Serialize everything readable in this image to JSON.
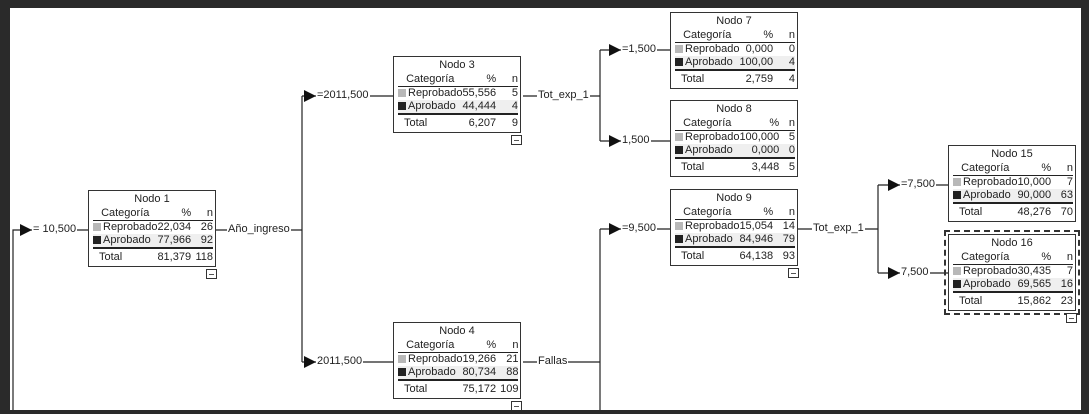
{
  "columns": {
    "category": "Categoría",
    "percent": "%",
    "n": "n"
  },
  "categories": {
    "fail": "Reprobado",
    "pass": "Aprobado",
    "total": "Total"
  },
  "colors": {
    "fail_swatch": "#b8b8b8",
    "pass_swatch": "#222222"
  },
  "nodes": {
    "n1": {
      "title": "Nodo 1",
      "fail_pct": "22,034",
      "fail_n": "26",
      "pass_pct": "77,966",
      "pass_n": "92",
      "total_pct": "81,379",
      "total_n": "118"
    },
    "n3": {
      "title": "Nodo 3",
      "fail_pct": "55,556",
      "fail_n": "5",
      "pass_pct": "44,444",
      "pass_n": "4",
      "total_pct": "6,207",
      "total_n": "9"
    },
    "n4": {
      "title": "Nodo 4",
      "fail_pct": "19,266",
      "fail_n": "21",
      "pass_pct": "80,734",
      "pass_n": "88",
      "total_pct": "75,172",
      "total_n": "109"
    },
    "n7": {
      "title": "Nodo 7",
      "fail_pct": "0,000",
      "fail_n": "0",
      "pass_pct": "100,00",
      "pass_n": "4",
      "total_pct": "2,759",
      "total_n": "4"
    },
    "n8": {
      "title": "Nodo 8",
      "fail_pct": "100,000",
      "fail_n": "5",
      "pass_pct": "0,000",
      "pass_n": "0",
      "total_pct": "3,448",
      "total_n": "5"
    },
    "n9": {
      "title": "Nodo 9",
      "fail_pct": "15,054",
      "fail_n": "14",
      "pass_pct": "84,946",
      "pass_n": "79",
      "total_pct": "64,138",
      "total_n": "93"
    },
    "n15": {
      "title": "Nodo 15",
      "fail_pct": "10,000",
      "fail_n": "7",
      "pass_pct": "90,000",
      "pass_n": "63",
      "total_pct": "48,276",
      "total_n": "70"
    },
    "n16": {
      "title": "Nodo 16",
      "fail_pct": "30,435",
      "fail_n": "7",
      "pass_pct": "69,565",
      "pass_n": "16",
      "total_pct": "15,862",
      "total_n": "23"
    }
  },
  "branches": {
    "to_n1": "= 10,500",
    "to_n3": "=2011,500",
    "to_n4": "2011,500",
    "to_n7": "=1,500",
    "to_n8": "1,500",
    "to_n9": "=9,500",
    "to_n15": "=7,500",
    "to_n16": "7,500"
  },
  "splits": {
    "n1": "Año_ingreso",
    "n3": "Tot_exp_1",
    "n4": "Fallas",
    "n9": "Tot_exp_1"
  }
}
